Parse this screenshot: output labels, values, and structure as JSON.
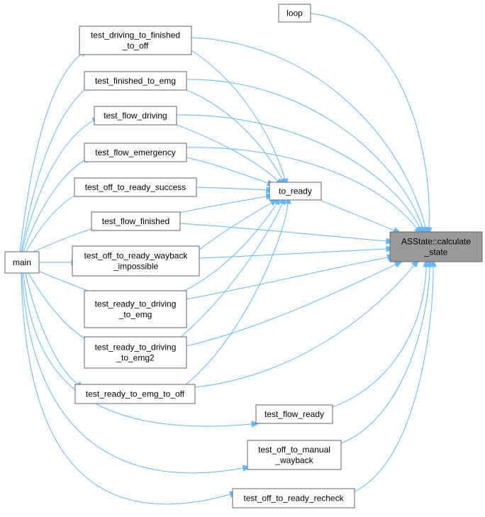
{
  "graph": {
    "title": "",
    "edge_color": "#63b8ff",
    "node_border_color": "#666666",
    "target_fill_color": "#999999",
    "nodes": {
      "main": {
        "lines": [
          "main"
        ],
        "kind": "caller"
      },
      "loop": {
        "lines": [
          "loop"
        ],
        "kind": "caller"
      },
      "t_drv_fin": {
        "lines": [
          "test_driving_to_finished",
          "_to_off"
        ],
        "kind": "test"
      },
      "t_fin_emg": {
        "lines": [
          "test_finished_to_emg"
        ],
        "kind": "test"
      },
      "t_flow_drv": {
        "lines": [
          "test_flow_driving"
        ],
        "kind": "test"
      },
      "t_flow_emg": {
        "lines": [
          "test_flow_emergency"
        ],
        "kind": "test"
      },
      "t_off_ready_succ": {
        "lines": [
          "test_off_to_ready_success"
        ],
        "kind": "test"
      },
      "t_flow_fin": {
        "lines": [
          "test_flow_finished"
        ],
        "kind": "test"
      },
      "t_off_ready_wb": {
        "lines": [
          "test_off_to_ready_wayback",
          "_impossible"
        ],
        "kind": "test"
      },
      "t_ready_drv_emg": {
        "lines": [
          "test_ready_to_driving",
          "_to_emg"
        ],
        "kind": "test"
      },
      "t_ready_drv_emg2": {
        "lines": [
          "test_ready_to_driving",
          "_to_emg2"
        ],
        "kind": "test"
      },
      "t_ready_emg_off": {
        "lines": [
          "test_ready_to_emg_to_off"
        ],
        "kind": "test"
      },
      "t_flow_ready": {
        "lines": [
          "test_flow_ready"
        ],
        "kind": "test"
      },
      "t_off_manual": {
        "lines": [
          "test_off_to_manual",
          "_wayback"
        ],
        "kind": "test"
      },
      "t_off_recheck": {
        "lines": [
          "test_off_to_ready_recheck"
        ],
        "kind": "test"
      },
      "to_ready": {
        "lines": [
          "to_ready"
        ],
        "kind": "helper"
      },
      "calc": {
        "lines": [
          "ASState::calculate",
          "_state"
        ],
        "kind": "target"
      }
    },
    "edges": [
      [
        "main",
        "t_drv_fin"
      ],
      [
        "main",
        "t_fin_emg"
      ],
      [
        "main",
        "t_flow_drv"
      ],
      [
        "main",
        "t_flow_emg"
      ],
      [
        "main",
        "t_off_ready_succ"
      ],
      [
        "main",
        "t_flow_fin"
      ],
      [
        "main",
        "t_off_ready_wb"
      ],
      [
        "main",
        "t_ready_drv_emg"
      ],
      [
        "main",
        "t_ready_drv_emg2"
      ],
      [
        "main",
        "t_ready_emg_off"
      ],
      [
        "main",
        "t_flow_ready"
      ],
      [
        "main",
        "t_off_manual"
      ],
      [
        "main",
        "t_off_recheck"
      ],
      [
        "t_drv_fin",
        "to_ready"
      ],
      [
        "t_fin_emg",
        "to_ready"
      ],
      [
        "t_flow_drv",
        "to_ready"
      ],
      [
        "t_flow_emg",
        "to_ready"
      ],
      [
        "t_off_ready_succ",
        "to_ready"
      ],
      [
        "t_flow_fin",
        "to_ready"
      ],
      [
        "t_off_ready_wb",
        "to_ready"
      ],
      [
        "t_ready_drv_emg",
        "to_ready"
      ],
      [
        "t_ready_drv_emg2",
        "to_ready"
      ],
      [
        "t_ready_emg_off",
        "to_ready"
      ],
      [
        "loop",
        "calc"
      ],
      [
        "t_drv_fin",
        "calc"
      ],
      [
        "t_fin_emg",
        "calc"
      ],
      [
        "t_flow_drv",
        "calc"
      ],
      [
        "t_flow_emg",
        "calc"
      ],
      [
        "to_ready",
        "calc"
      ],
      [
        "t_flow_fin",
        "calc"
      ],
      [
        "t_off_ready_wb",
        "calc"
      ],
      [
        "t_ready_drv_emg",
        "calc"
      ],
      [
        "t_ready_drv_emg2",
        "calc"
      ],
      [
        "t_ready_emg_off",
        "calc"
      ],
      [
        "t_flow_ready",
        "calc"
      ],
      [
        "t_off_manual",
        "calc"
      ],
      [
        "t_off_recheck",
        "calc"
      ]
    ]
  }
}
